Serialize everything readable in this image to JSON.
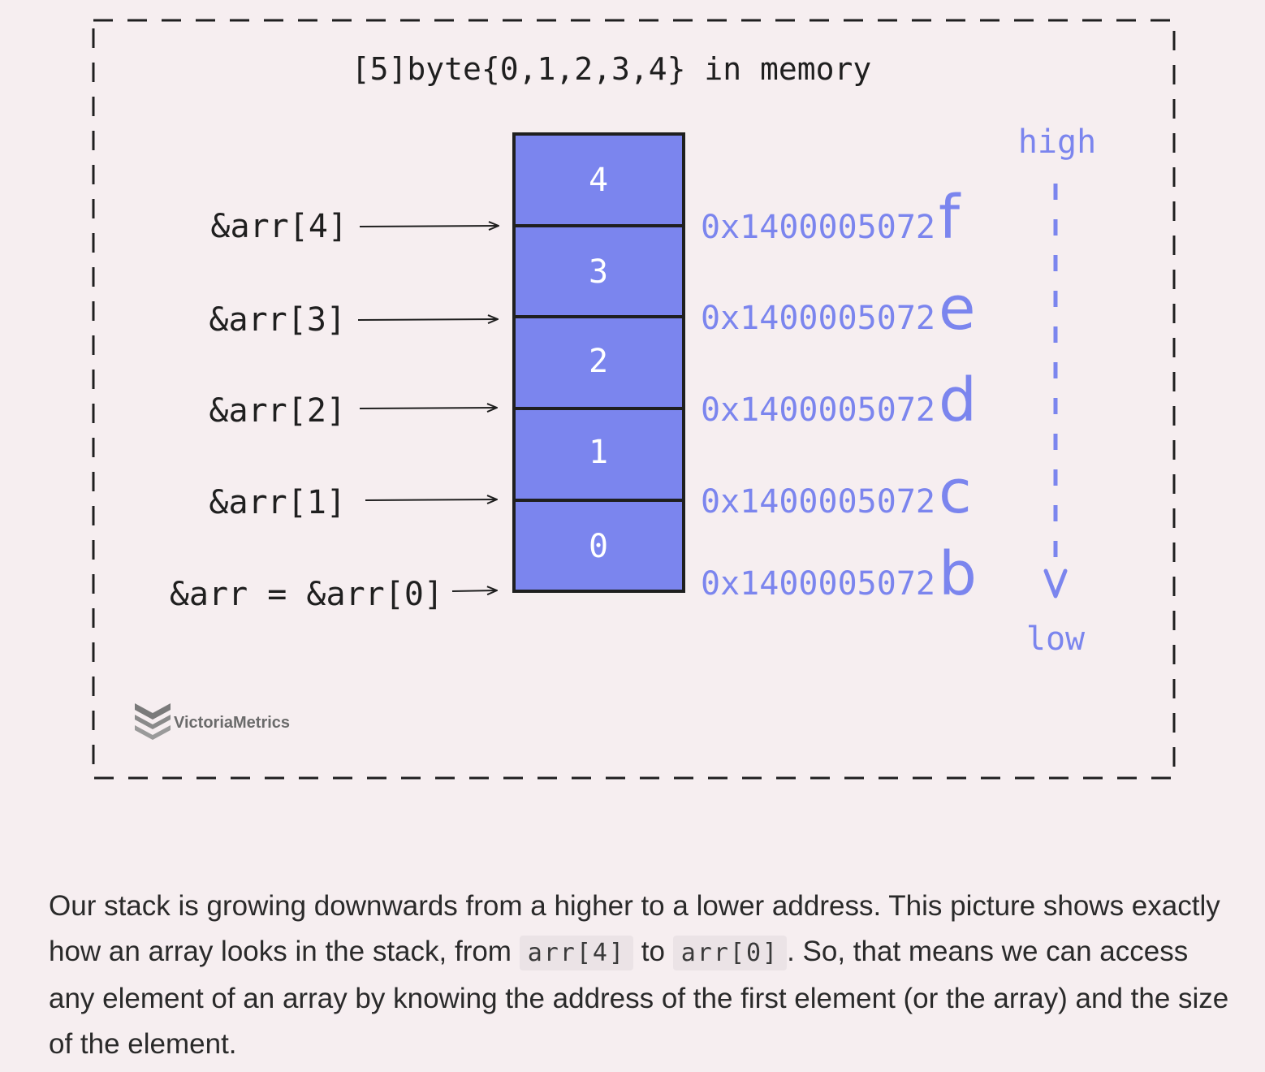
{
  "diagram": {
    "title": "[5]byte{0,1,2,3,4} in memory",
    "cells": [
      {
        "value": "4",
        "pointer": "&arr[4]",
        "addr_prefix": "0x140000507",
        "addr_suffix_small": "2",
        "addr_suffix": "f"
      },
      {
        "value": "3",
        "pointer": "&arr[3]",
        "addr_prefix": "0x140000507",
        "addr_suffix_small": "2",
        "addr_suffix": "e"
      },
      {
        "value": "2",
        "pointer": "&arr[2]",
        "addr_prefix": "0x140000507",
        "addr_suffix_small": "2",
        "addr_suffix": "d"
      },
      {
        "value": "1",
        "pointer": "&arr[1]",
        "addr_prefix": "0x140000507",
        "addr_suffix_small": "2",
        "addr_suffix": "c"
      },
      {
        "value": "0",
        "pointer": "&arr = &arr[0]",
        "addr_prefix": "0x140000507",
        "addr_suffix_small": "2",
        "addr_suffix": "b"
      }
    ],
    "direction": {
      "high": "high",
      "low": "low"
    },
    "logo": "VictoriaMetrics",
    "colors": {
      "cell_fill": "#7b85ee",
      "address": "#7b85ee",
      "border": "#1f1f1f",
      "background": "#f6eef0"
    }
  },
  "caption": {
    "part1": "Our stack is growing downwards from a higher to a lower address. This picture shows exactly how an array looks in the stack, from ",
    "code1": "arr[4]",
    "part2": " to ",
    "code2": "arr[0]",
    "part3": ". So, that means we can access any element of an array by knowing the address of the first element (or the array) and the size of the element."
  }
}
